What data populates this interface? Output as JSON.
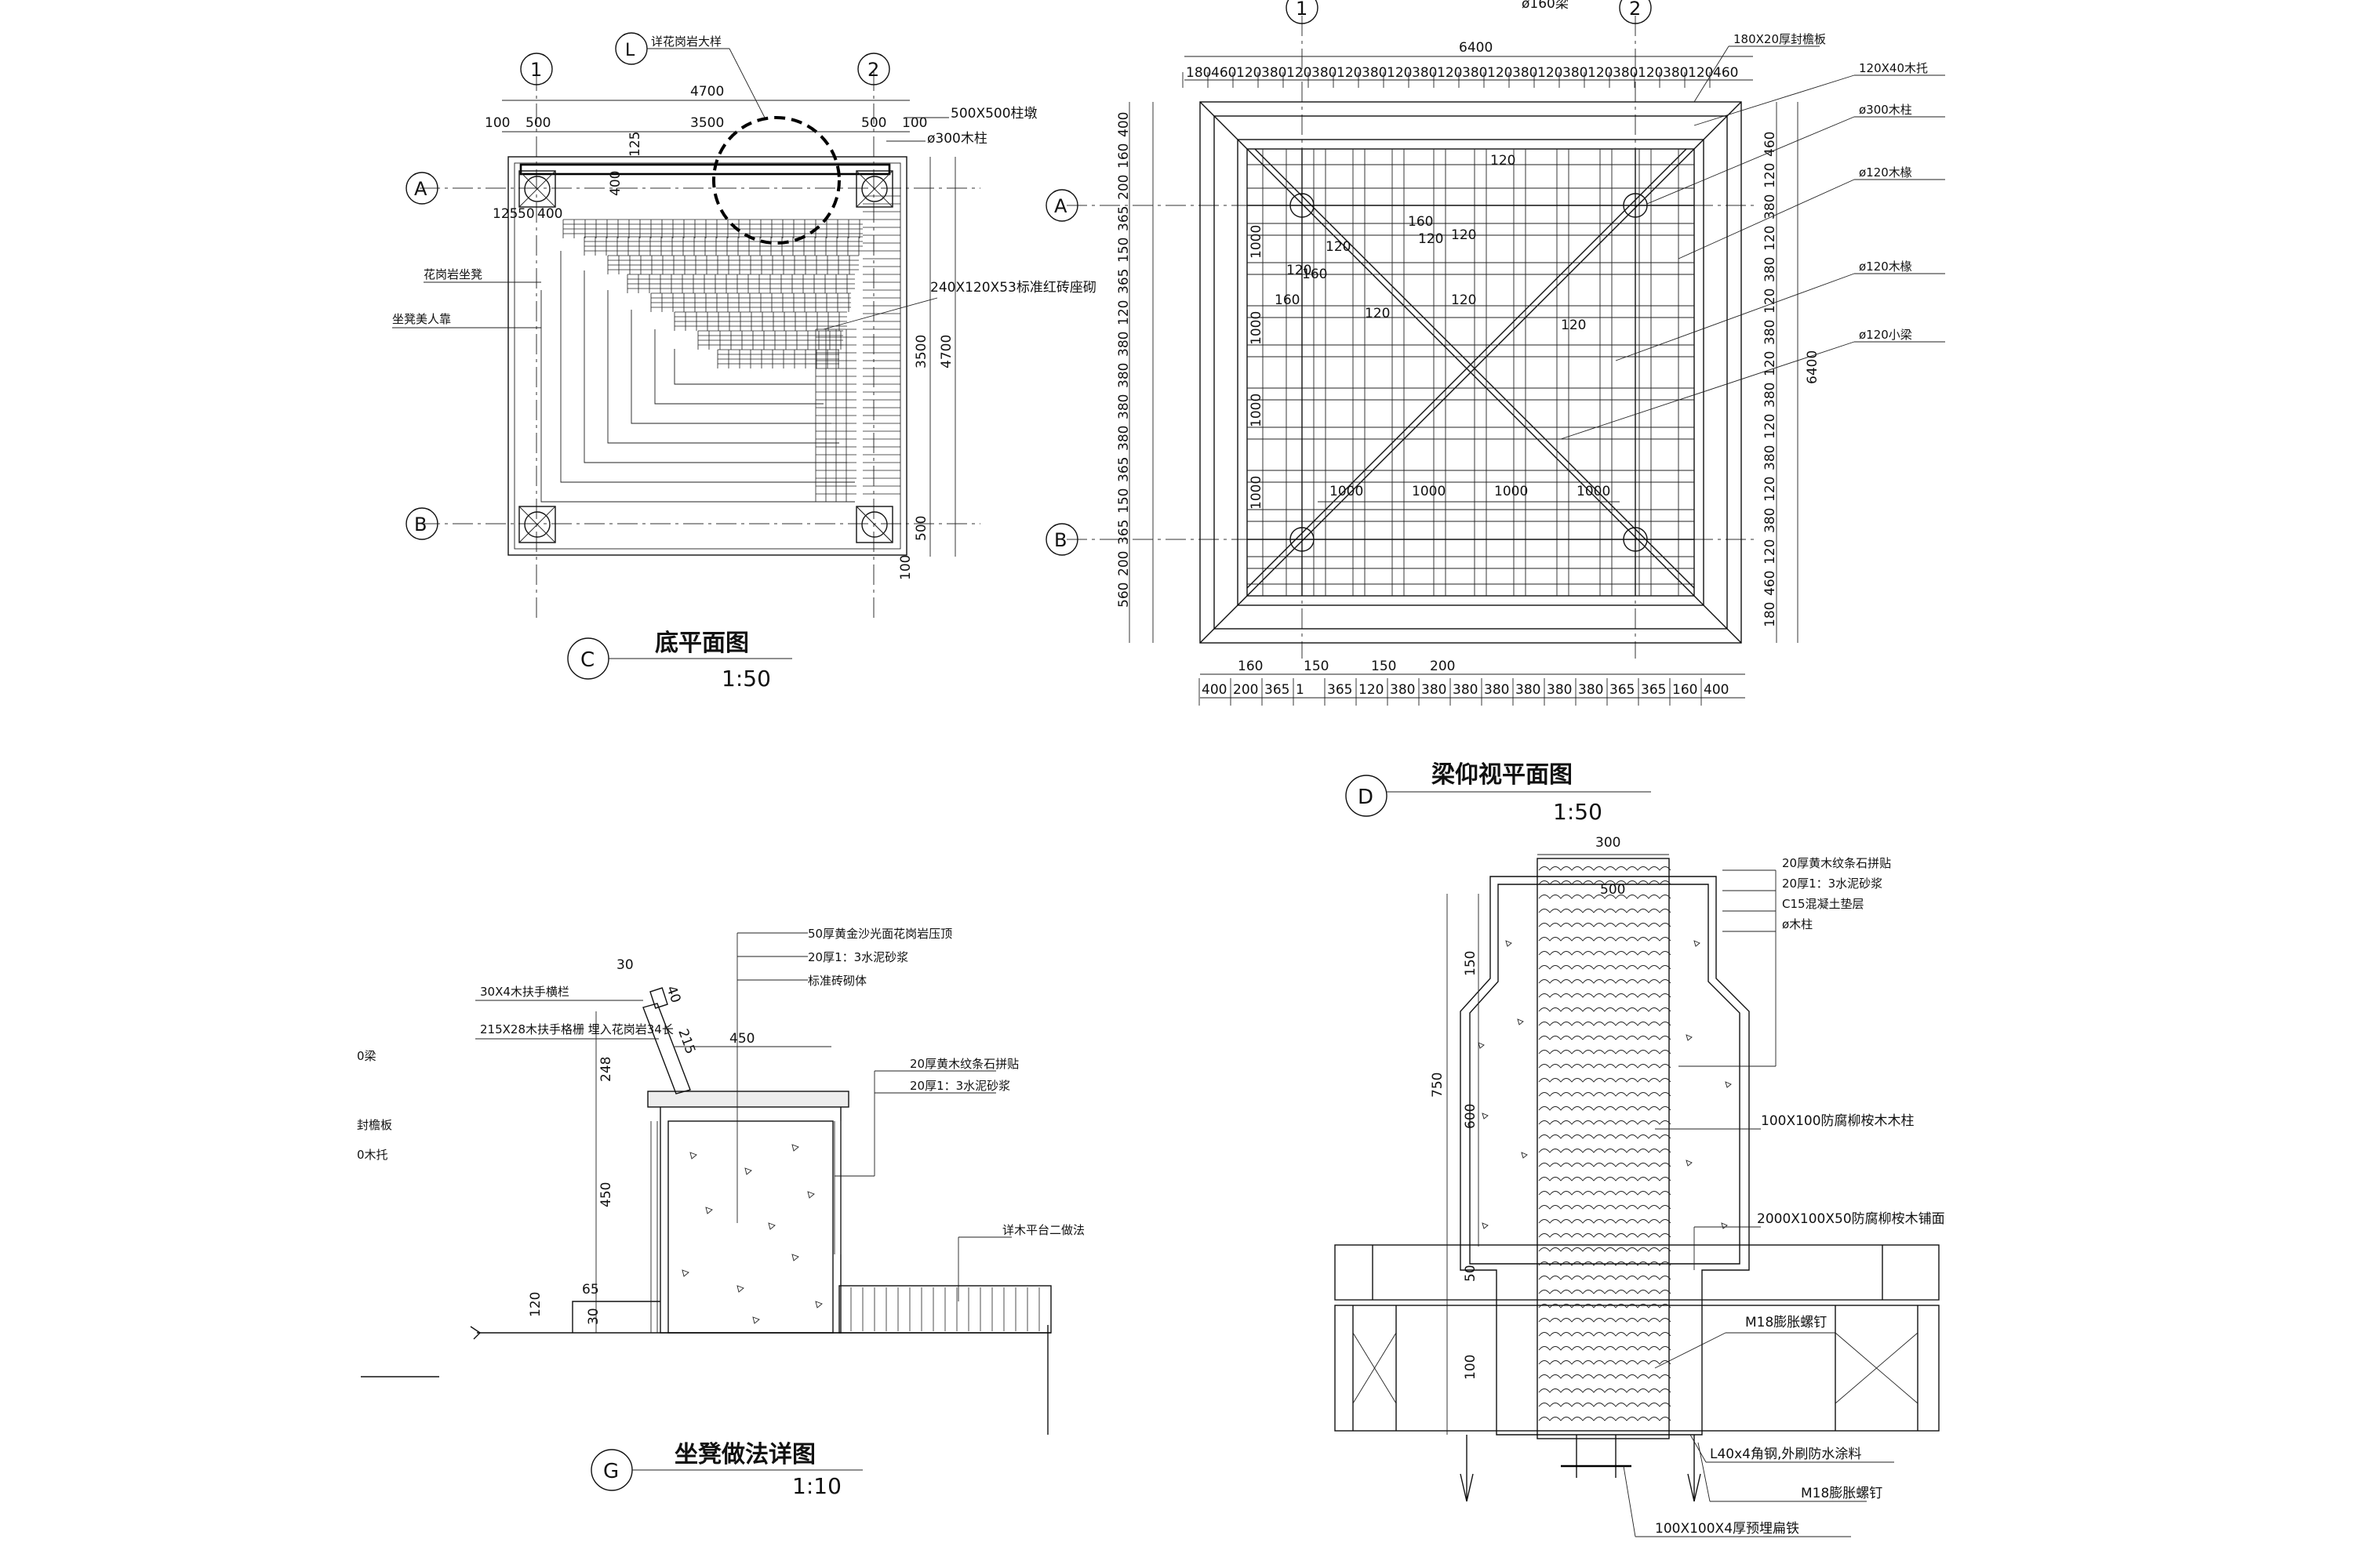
{
  "colors": {
    "line": "#111111",
    "background": "#ffffff"
  },
  "plan_c": {
    "title": "底平面图",
    "scale": "1:50",
    "marker": "C",
    "grid_cols": [
      "1",
      "2"
    ],
    "grid_rows": [
      "A",
      "B"
    ],
    "detail_marker": "L",
    "detail_note": "详花岗岩大样",
    "dims_top": [
      "4700",
      "100",
      "500",
      "3500",
      "500",
      "100"
    ],
    "dims_right": [
      "3500",
      "4700",
      "100",
      "500"
    ],
    "dims_left": [
      "125",
      "50",
      "400",
      "400",
      "125"
    ],
    "notes": [
      "500X500柱墩",
      "ø300木柱",
      "花岗岩坐凳",
      "坐凳美人靠",
      "240X120X53标准红砖座砌"
    ]
  },
  "plan_d": {
    "title": "梁仰视平面图",
    "scale": "1:50",
    "marker": "D",
    "grid_cols": [
      "1",
      "2"
    ],
    "grid_rows": [
      "A",
      "B"
    ],
    "overall_width": "6400",
    "overall_height": "6400",
    "top_note": "ø160梁",
    "top_dims": [
      "180",
      "460",
      "120",
      "380",
      "120",
      "380",
      "120",
      "380",
      "120",
      "380",
      "120",
      "380",
      "120",
      "380",
      "120",
      "380",
      "120",
      "380",
      "120",
      "380",
      "120",
      "460"
    ],
    "bottom_dims_a": [
      "160",
      "150",
      "150",
      "200"
    ],
    "bottom_dims_b": [
      "400",
      "200",
      "365",
      "1",
      "365",
      "120",
      "380",
      "380",
      "380",
      "380",
      "380",
      "380",
      "380",
      "365",
      "365",
      "160",
      "400"
    ],
    "inner_dims": [
      "1000",
      "1000",
      "1000",
      "1000"
    ],
    "inner_small": [
      "160",
      "120",
      "120",
      "120",
      "160",
      "120",
      "120",
      "120",
      "120",
      "160",
      "120"
    ],
    "right_dims": [
      "460",
      "120",
      "380",
      "120",
      "380",
      "120",
      "380",
      "120",
      "380",
      "120",
      "380",
      "120",
      "380",
      "120",
      "460",
      "180"
    ],
    "left_dims": [
      "400",
      "160",
      "200",
      "365",
      "150",
      "365",
      "120",
      "380",
      "380",
      "380",
      "380",
      "365",
      "150",
      "365",
      "200",
      "560"
    ],
    "notes": [
      "180X20厚封檐板",
      "120X40木托",
      "ø300木柱",
      "ø120木椽",
      "ø120木椽",
      "ø120小梁"
    ]
  },
  "detail_g": {
    "title": "坐凳做法详图",
    "scale": "1:10",
    "marker": "G",
    "notes_top": [
      "50厚黄金沙光面花岗岩压顶",
      "20厚1：3水泥砂浆",
      "标准砖砌体"
    ],
    "notes_left": [
      "30X4木扶手横栏",
      "215X28木扶手格栅 埋入花岗岩34长"
    ],
    "notes_right": [
      "20厚黄木纹条石拼贴",
      "20厚1：3水泥砂浆",
      "详木平台二做法"
    ],
    "dims": [
      "30",
      "40",
      "215",
      "248",
      "450",
      "450",
      "120",
      "65",
      "30"
    ],
    "edge_notes": [
      "0梁",
      "封檐板",
      "0木托"
    ]
  },
  "detail_col": {
    "notes": [
      "20厚黄木纹条石拼贴",
      "20厚1：3水泥砂浆",
      "C15混凝土垫层",
      "ø木柱",
      "100X100防腐柳桉木木柱",
      "2000X100X50防腐柳桉木铺面",
      "M18膨胀螺钉",
      "L40x4角钢,外刷防水涂料",
      "M18膨胀螺钉",
      "100X100X4厚预埋扁铁"
    ],
    "dims": [
      "300",
      "500",
      "150",
      "750",
      "600",
      "50",
      "100"
    ]
  }
}
